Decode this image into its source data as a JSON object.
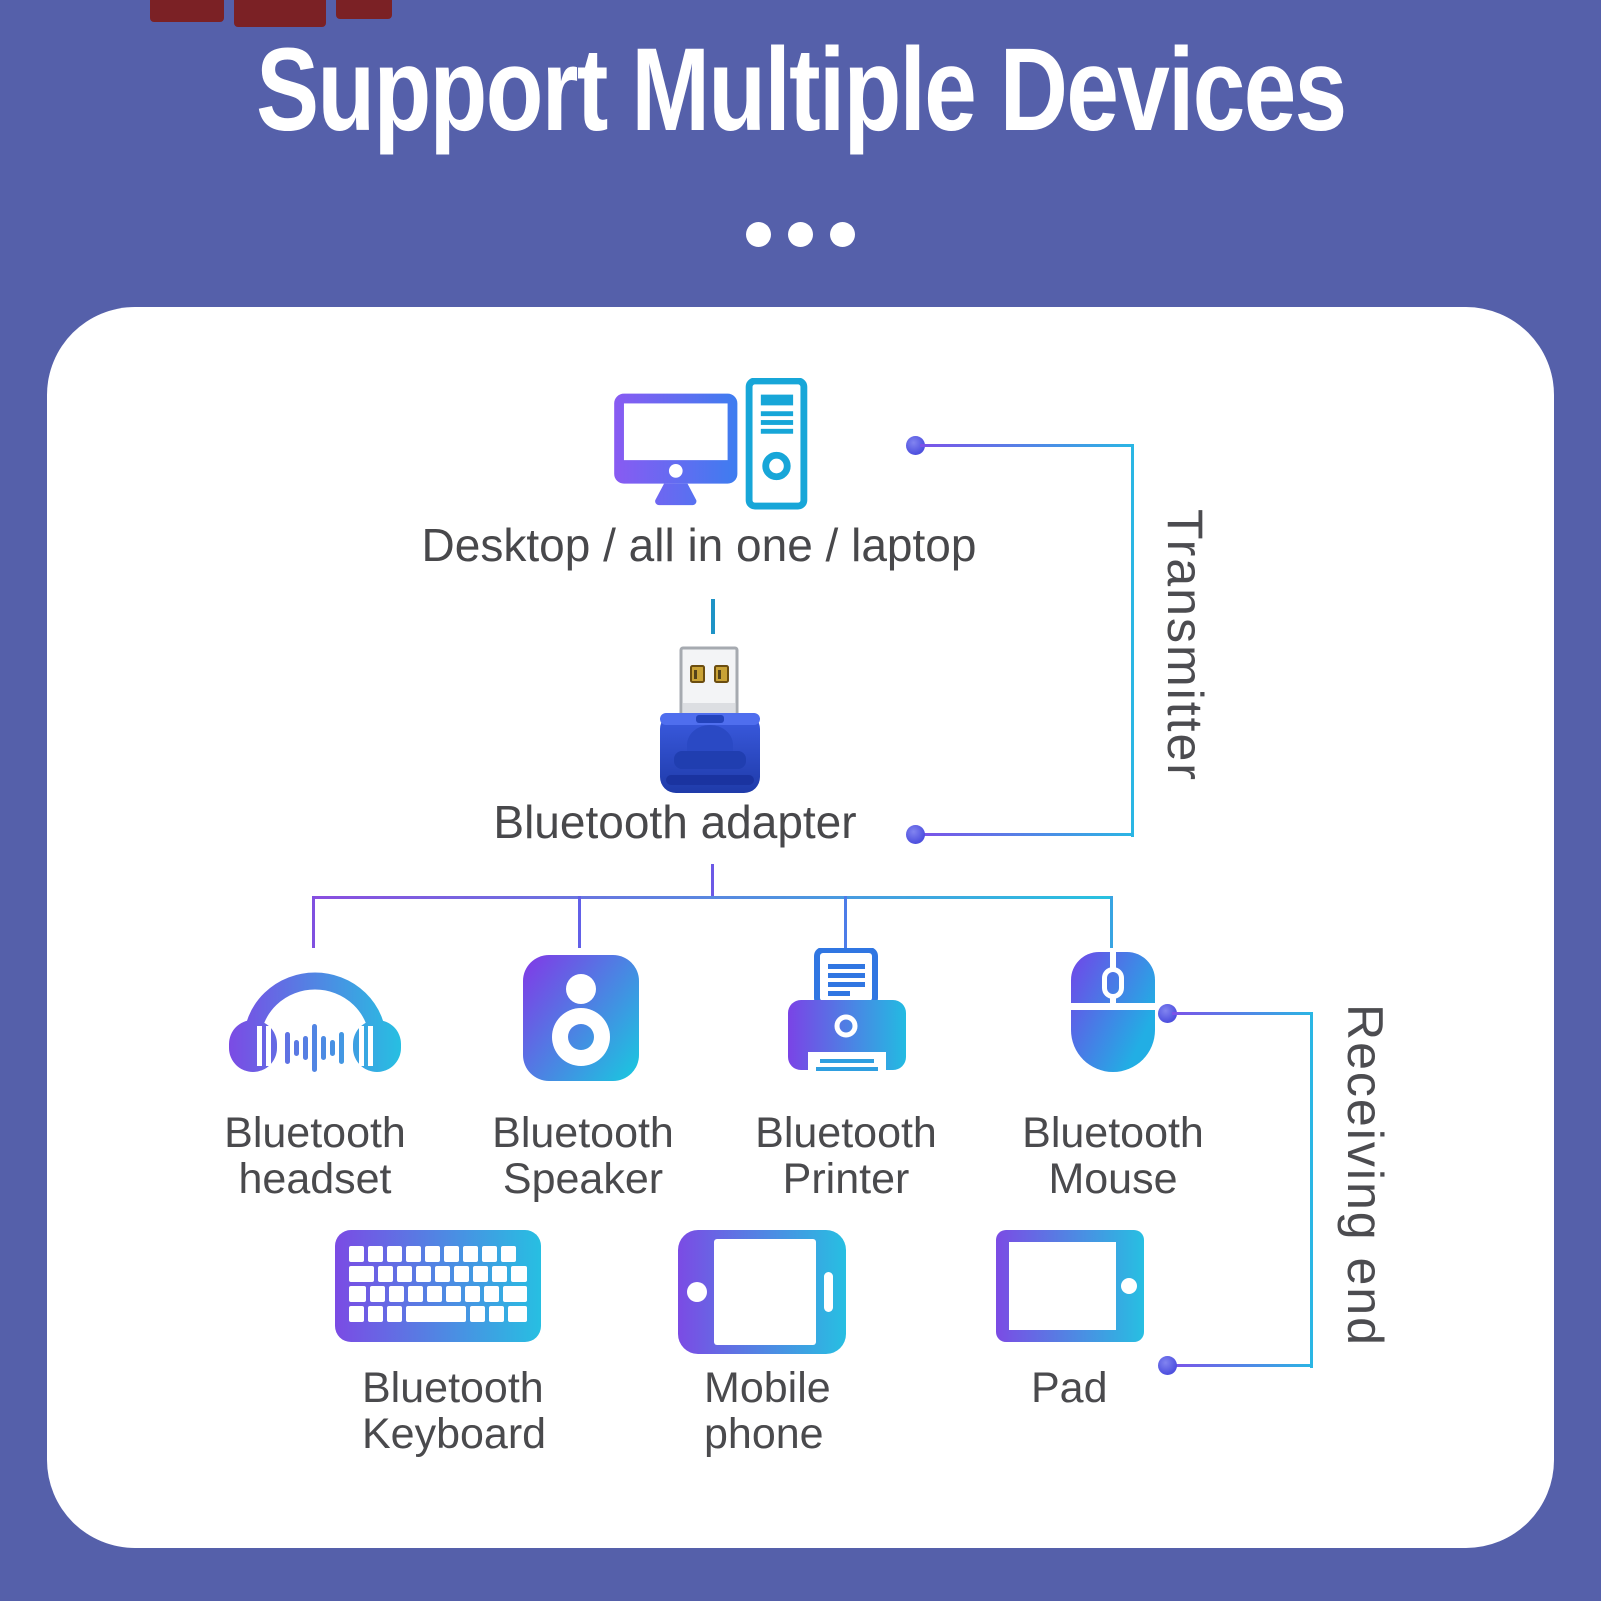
{
  "header": {
    "title": "Support Multiple Devices"
  },
  "diagram": {
    "source_label": "Desktop / all in one / laptop",
    "adapter_label": "Bluetooth adapter",
    "transmitter_label": "Transmitter",
    "receiving_label": "Receiving end",
    "row1": [
      {
        "icon": "headphones-icon",
        "line1": "Bluetooth",
        "line2": "headset"
      },
      {
        "icon": "speaker-icon",
        "line1": "Bluetooth",
        "line2": "Speaker"
      },
      {
        "icon": "printer-icon",
        "line1": "Bluetooth",
        "line2": "Printer"
      },
      {
        "icon": "mouse-icon",
        "line1": "Bluetooth",
        "line2": "Mouse"
      }
    ],
    "row2": [
      {
        "icon": "keyboard-icon",
        "line1": "Bluetooth",
        "line2": "Keyboard"
      },
      {
        "icon": "smartphone-icon",
        "line1": "Mobile",
        "line2": "phone"
      },
      {
        "icon": "tablet-icon",
        "line1": "Pad",
        "line2": ""
      }
    ]
  },
  "colors": {
    "background": "#5560aa",
    "card": "#ffffff",
    "text": "#4a4a4d",
    "icon_gradient_start": "#7b4be4",
    "icon_gradient_end": "#27bfe2",
    "connector_purple": "#7c52e8",
    "connector_cyan": "#2ab6e4",
    "connector_dot": "#5153e0",
    "tower_cyan": "#17a6d8",
    "adapter_body_blue": "#2b4fc8"
  }
}
